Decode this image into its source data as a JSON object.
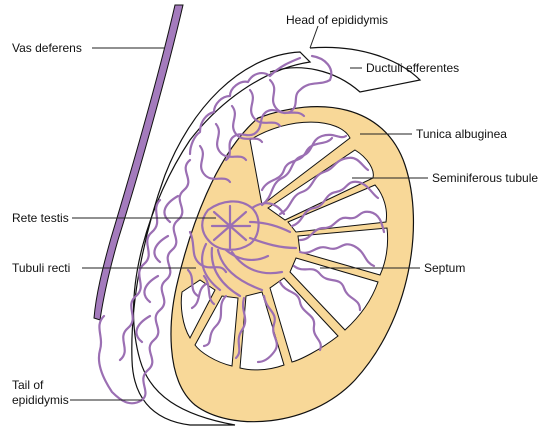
{
  "labels": {
    "vas_deferens": "Vas deferens",
    "head_of_epididymis": "Head of epididymis",
    "ductuli_efferentes": "Ductuli efferentes",
    "tunica_albuginea": "Tunica albuginea",
    "seminiferous_tubule": "Seminiferous tubule",
    "rete_testis": "Rete testis",
    "tubuli_recti": "Tubuli recti",
    "septum": "Septum",
    "tail_of_epididymis_line1": "Tail of",
    "tail_of_epididymis_line2": "epididymis"
  },
  "colors": {
    "tubule": "#9b6fb3",
    "vas_deferens_fill": "#a47bbd",
    "tunica_fill": "#f8d898",
    "outline": "#111111",
    "leader": "#222222"
  }
}
